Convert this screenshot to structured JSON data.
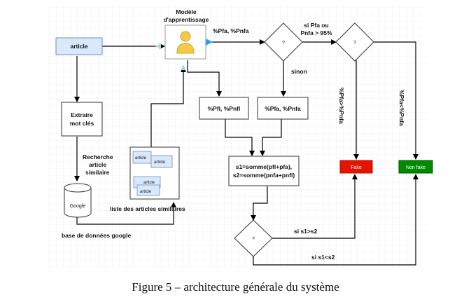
{
  "diagram": {
    "nodes": {
      "article": "article",
      "model_title_1": "Modèle",
      "model_title_2": "d'apprentissage",
      "extract_1": "Extraire",
      "extract_2": "mot clés",
      "search_1": "Recherche",
      "search_2": "article",
      "search_3": "similaire",
      "google_cylinder": "Google",
      "google_db": "base de données google",
      "similar_list": "liste des articles similaires",
      "mini_articles": [
        "article",
        "article",
        "article",
        "article"
      ],
      "decision": "?",
      "pfl_box": "%Pfl, %Pnfl",
      "pfa_box": "%Pfa, %Pnfa",
      "sum_1": "s1=somme(pfl+pfa),",
      "sum_2": "s2=somme(pnfa+pnfl)",
      "fake": "Fake",
      "nonfake": "Non fake"
    },
    "edge_labels": {
      "model_out": "%Pfa, %Pnfa",
      "cond1_1": "si Pfa ou",
      "cond1_2": "Pnfa  > 95%",
      "sinon": "sinon",
      "pfa_gt": "%Pfa>%Pnfa",
      "pfa_lt": "%Pfa<%Pnfa",
      "s1_gt": "si s1>s2",
      "s1_lt": "si s1<s2"
    },
    "colors": {
      "article_fill": "#dae8fc",
      "article_stroke": "#6c8ebf",
      "model_fill": "#f7c948",
      "fake": "#e51400",
      "nonfake": "#008a00",
      "arrow_blue": "#29a3e8"
    }
  },
  "caption": "Figure 5 – architecture générale du système"
}
